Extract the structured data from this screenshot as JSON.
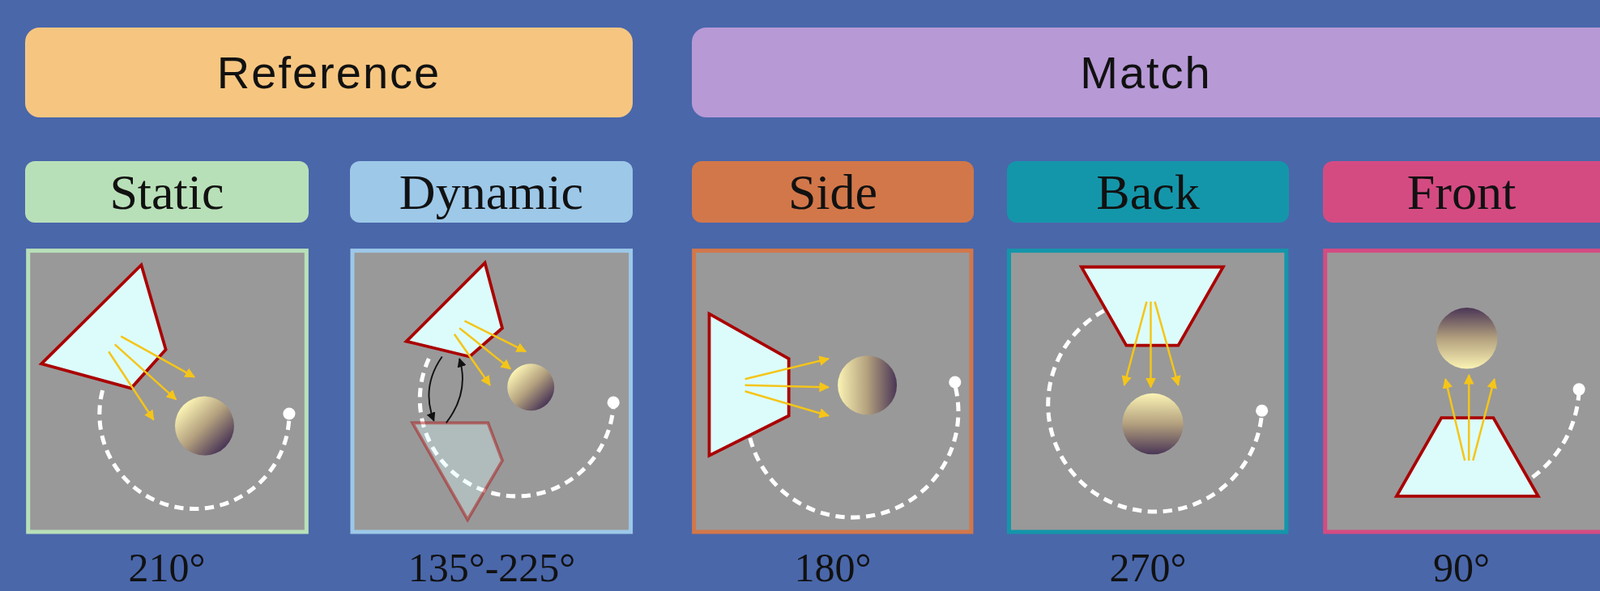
{
  "diagram": {
    "nodes": [
      {
        "text": [
          "Reference"
        ]
      },
      {
        "text": [
          "Match"
        ]
      },
      {
        "text": [
          "Static"
        ]
      },
      {
        "text": [
          "Dynamic"
        ]
      },
      {
        "text": [
          "Side"
        ]
      },
      {
        "text": [
          "Back"
        ]
      },
      {
        "text": [
          "Front"
        ]
      }
    ],
    "labels": [
      "210°",
      "135°-225°",
      "180°",
      "270°",
      "90°"
    ]
  }
}
